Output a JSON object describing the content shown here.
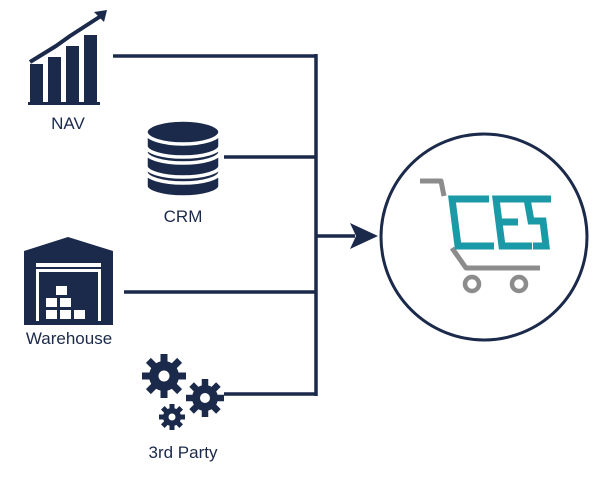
{
  "sources": [
    {
      "id": "nav",
      "label": "NAV",
      "icon": "bar-chart-growth-icon"
    },
    {
      "id": "crm",
      "label": "CRM",
      "icon": "database-icon"
    },
    {
      "id": "warehouse",
      "label": "Warehouse",
      "icon": "warehouse-icon"
    },
    {
      "id": "third-party",
      "label": "3rd Party",
      "icon": "gears-icon"
    }
  ],
  "target": {
    "icon": "shopping-cart-ces-logo-icon",
    "logo_text": "CES"
  },
  "colors": {
    "navy": "#1b2a4a",
    "teal": "#1a9aa6",
    "gray": "#8c8c8c",
    "white": "#ffffff"
  }
}
